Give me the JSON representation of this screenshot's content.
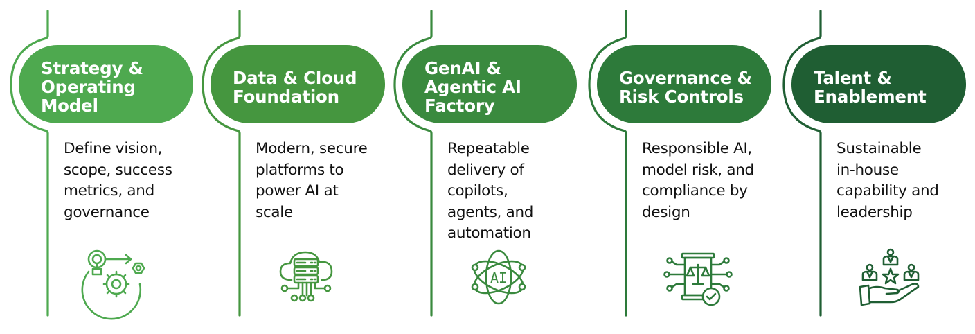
{
  "diagram": {
    "type": "pillar-process",
    "pillars": [
      {
        "title": "Strategy &\nOperating\nModel",
        "description": "Define vision,\nscope, success\nmetrics, and\ngovernance",
        "icon": "idea-gear-strategy-icon",
        "color": "#4ea94f"
      },
      {
        "title": "Data & Cloud\nFoundation",
        "description": "Modern, secure\nplatforms to\npower AI at\nscale",
        "icon": "cloud-server-icon",
        "color": "#45963f"
      },
      {
        "title": "GenAI &\nAgentic AI\nFactory",
        "description": "Repeatable\ndelivery of\ncopilots,\nagents, and\nautomation",
        "icon": "ai-atom-icon",
        "color": "#3a8a3e"
      },
      {
        "title": "Governance &\nRisk Controls",
        "description": "Responsible AI,\nmodel risk, and\ncompliance by\ndesign",
        "icon": "compliance-scale-icon",
        "color": "#2d7a3a"
      },
      {
        "title": "Talent &\nEnablement",
        "description": "Sustainable\nin-house\ncapability and\nleadership",
        "icon": "talent-hand-icon",
        "color": "#1f5e33"
      }
    ],
    "icon_text": {
      "ai": "AI"
    }
  }
}
